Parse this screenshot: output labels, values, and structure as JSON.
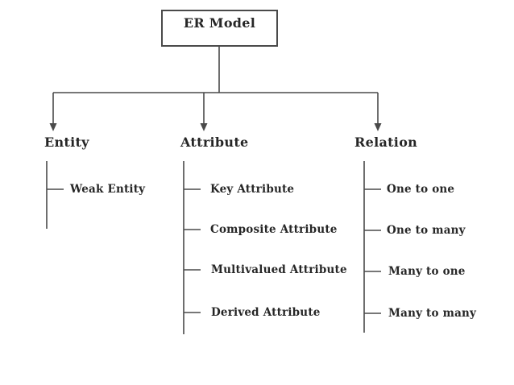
{
  "diagram": {
    "title": "ER Model",
    "colors": {
      "line": "#4a4a4a",
      "text": "#262626",
      "background": "#ffffff"
    },
    "branches": [
      {
        "label": "Entity",
        "children": [
          "Weak Entity"
        ]
      },
      {
        "label": "Attribute",
        "children": [
          "Key Attribute",
          "Composite Attribute",
          "Multivalued Attribute",
          "Derived Attribute"
        ]
      },
      {
        "label": "Relation",
        "children": [
          "One to one",
          "One to many",
          "Many to one",
          "Many to many"
        ]
      }
    ]
  }
}
